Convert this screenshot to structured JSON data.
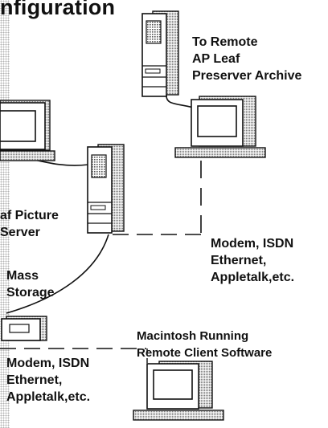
{
  "title": "nfiguration",
  "labels": {
    "remote_archive": [
      "To Remote",
      "AP Leaf",
      "Preserver Archive"
    ],
    "picture_server": [
      "af Picture",
      "Server"
    ],
    "mass_storage": [
      "Mass",
      "Storage"
    ],
    "link_right": [
      "Modem, ISDN",
      "Ethernet,",
      "Appletalk,etc."
    ],
    "client": [
      "Macintosh Running",
      "Remote Client Software"
    ],
    "link_bottom": [
      "Modem, ISDN",
      "Ethernet,",
      "Appletalk,etc."
    ]
  },
  "icons": {
    "remote_tower": "server-tower-icon",
    "remote_monitor": "computer-monitor-icon",
    "left_monitor": "computer-monitor-icon",
    "picture_server_tower": "server-tower-icon",
    "mass_storage_drive": "storage-drive-icon",
    "client_monitor": "computer-monitor-icon"
  }
}
